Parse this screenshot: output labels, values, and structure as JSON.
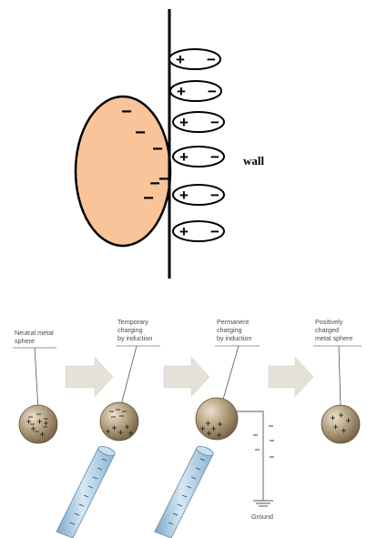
{
  "top_diagram": {
    "wall_label": "wall",
    "balloon_charges": [
      "−",
      "−",
      "−",
      "−",
      "−",
      "−"
    ],
    "dipoles": [
      {
        "left": "+",
        "right": "−"
      },
      {
        "left": "+",
        "right": "−"
      },
      {
        "left": "+",
        "right": "−"
      },
      {
        "left": "+",
        "right": "−"
      },
      {
        "left": "+",
        "right": "−"
      },
      {
        "left": "+",
        "right": "−"
      }
    ],
    "colors": {
      "balloon_fill": "#f9c49a",
      "outline": "#000000"
    }
  },
  "bottom_diagram": {
    "stages": [
      {
        "label_lines": [
          "Neutral metal",
          "sphere"
        ]
      },
      {
        "label_lines": [
          "Temporary",
          "charging",
          "by induction"
        ]
      },
      {
        "label_lines": [
          "Permanent",
          "charging",
          "by induction"
        ]
      },
      {
        "label_lines": [
          "Positively",
          "charged",
          "metal sphere"
        ]
      }
    ],
    "ground_label": "Ground",
    "colors": {
      "arrow": "#e3e1d8",
      "sphere": "#a08c6c",
      "rod": "#9fc3de",
      "label": "#4a4a4a"
    }
  }
}
